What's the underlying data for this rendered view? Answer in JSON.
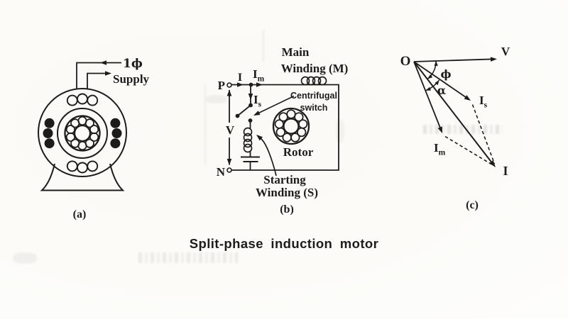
{
  "figure": {
    "caption": "Split-phase induction motor"
  },
  "panel_a": {
    "caption": "(a)",
    "supply_label_line1": "1ϕ",
    "supply_label_line2": "Supply"
  },
  "panel_b": {
    "caption": "(b)",
    "terminal_top": "P",
    "terminal_bottom": "N",
    "voltage_label": "V",
    "line_current_label": "I",
    "main_current_base": "I",
    "main_current_sub": "m",
    "start_current_base": "I",
    "start_current_sub": "s",
    "main_winding_line1": "Main",
    "main_winding_line2": "Winding (M)",
    "centrifugal_switch_line1": "Centrifugal",
    "centrifugal_switch_line2": "switch",
    "rotor_label": "Rotor",
    "starting_winding_line1": "Starting",
    "starting_winding_line2": "Winding (S)"
  },
  "panel_c": {
    "caption": "(c)",
    "origin_label": "O",
    "voltage_vector_label": "V",
    "start_current_base": "I",
    "start_current_sub": "s",
    "main_current_base": "I",
    "main_current_sub": "m",
    "total_current_label": "I",
    "phase_angle_label": "ϕ",
    "split_angle_label": "α"
  },
  "colors": {
    "ink": "#1d1c1a",
    "paper": "#fcfbf8"
  }
}
